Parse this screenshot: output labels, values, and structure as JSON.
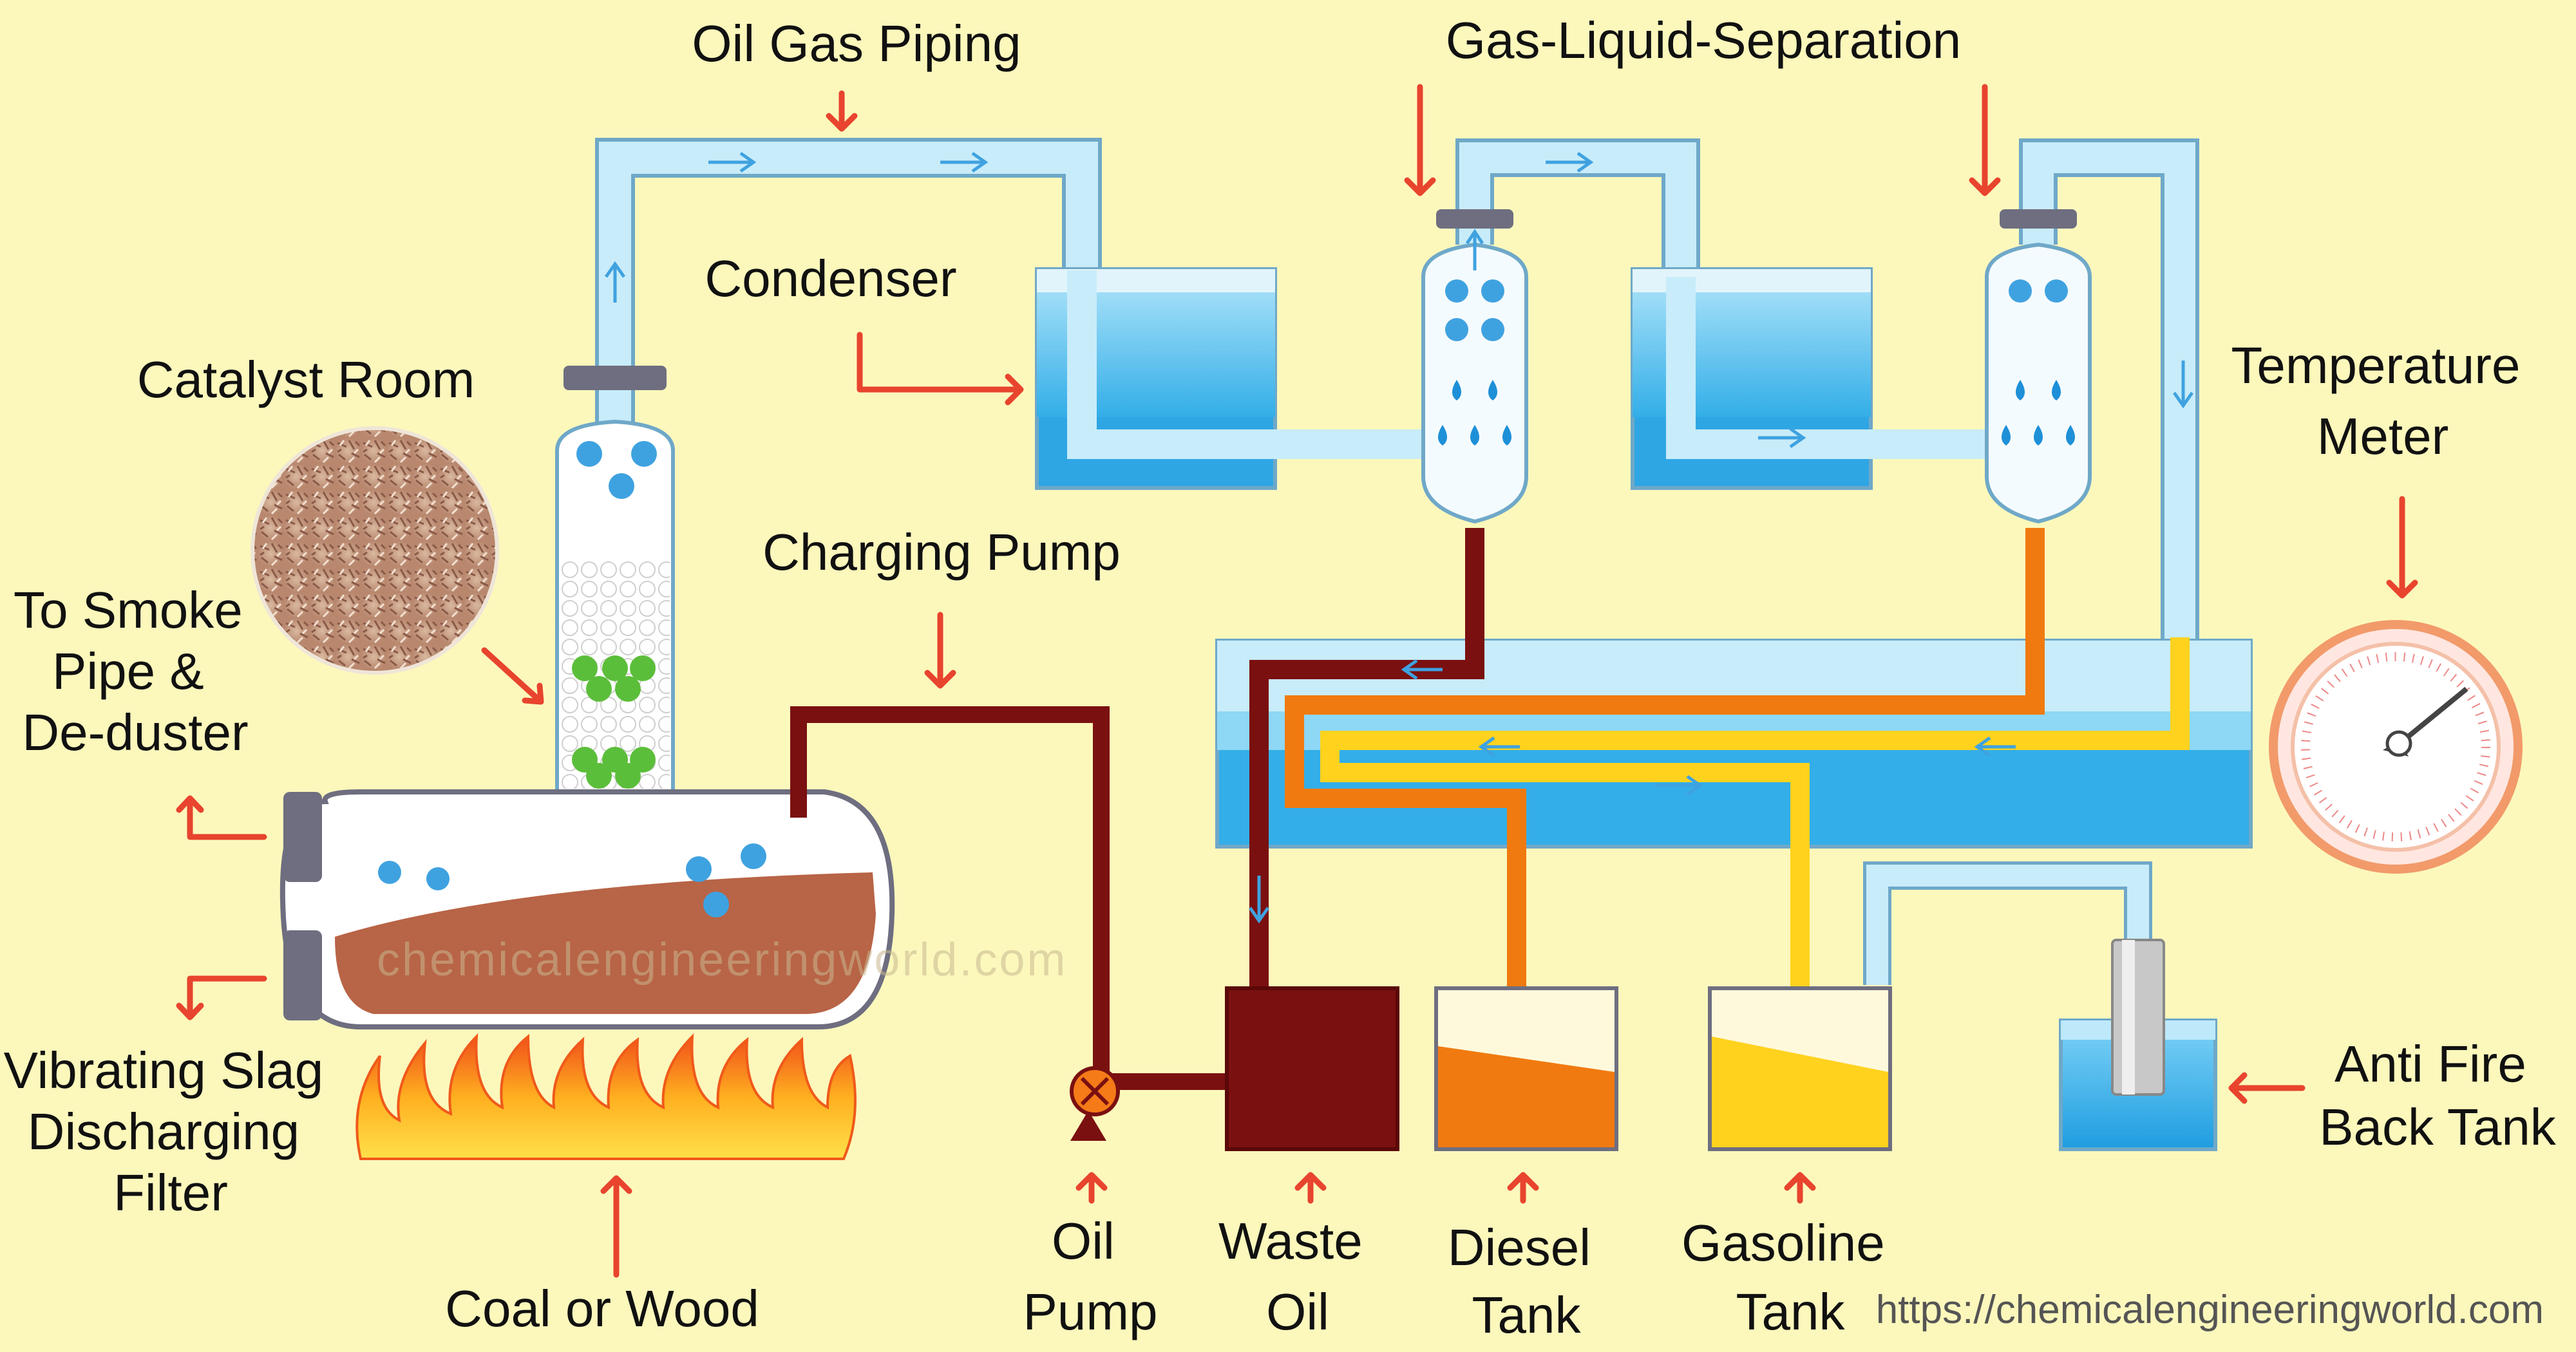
{
  "labels": {
    "oil_gas_piping": "Oil Gas Piping",
    "gas_liquid_separation": "Gas-Liquid-Separation",
    "condenser": "Condenser",
    "catalyst_room": "Catalyst Room",
    "temperature_meter": [
      "Temperature",
      "Meter"
    ],
    "charging_pump": "Charging Pump",
    "to_smoke_pipe": [
      "To Smoke",
      "Pipe &",
      "De-duster"
    ],
    "vibrating_slag": [
      "Vibrating Slag",
      "Discharging",
      "Filter"
    ],
    "coal_or_wood": "Coal or Wood",
    "oil_pump": [
      "Oil",
      "Pump"
    ],
    "waste_oil": [
      "Waste",
      "Oil"
    ],
    "diesel_tank": [
      "Diesel",
      "Tank"
    ],
    "gasoline_tank": [
      "Gasoline",
      "Tank"
    ],
    "anti_fire_back_tank": [
      "Anti Fire",
      "Back Tank"
    ]
  },
  "watermark": "chemicalengineeringworld.com",
  "source_url": "https://chemicalengineeringworld.com",
  "colors": {
    "background": "#FCF8BC",
    "pipe_light": "#C8ECFA",
    "pipe_outline": "#6FA8C8",
    "water": "#3FB4EA",
    "water_light": "#BDE9FB",
    "waste_oil": "#7A1010",
    "diesel": "#F07A10",
    "gasoline": "#FFD21E",
    "reactor_oil": "#B86446",
    "arrow": "#E8442E"
  }
}
